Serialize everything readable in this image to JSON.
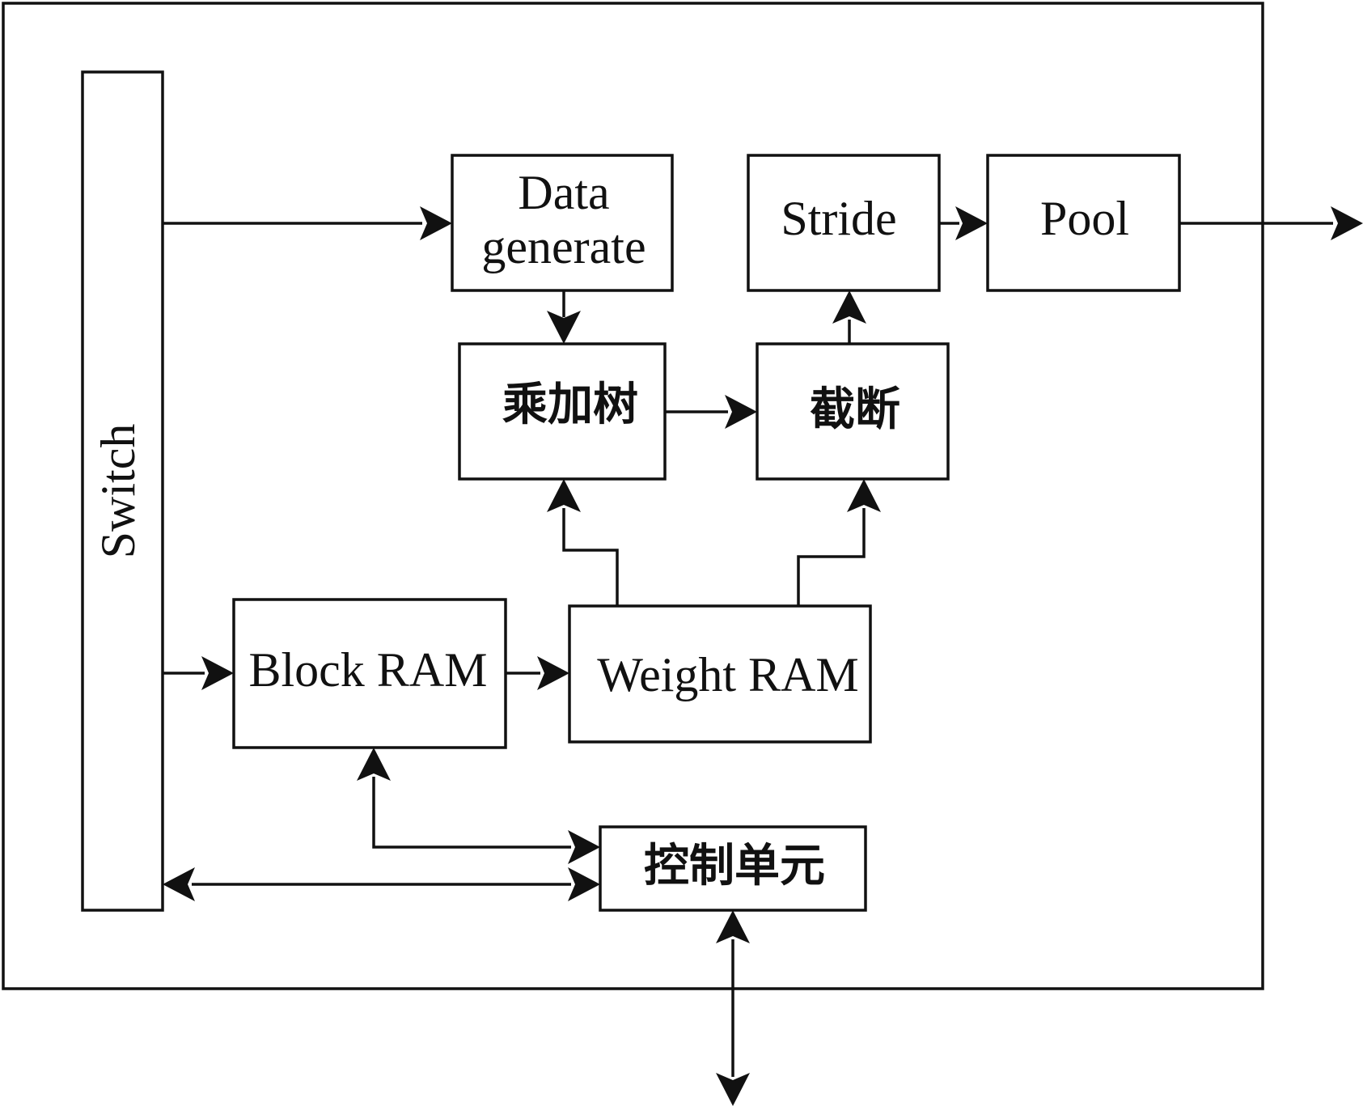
{
  "blocks": {
    "switch": "Switch",
    "data_generate_line1": "Data",
    "data_generate_line2": "generate",
    "stride": "Stride",
    "pool": "Pool",
    "mac_tree": "乘加树",
    "truncate": "截断",
    "block_ram": "Block RAM",
    "weight_ram": "Weight RAM",
    "control_unit": "控制单元"
  }
}
